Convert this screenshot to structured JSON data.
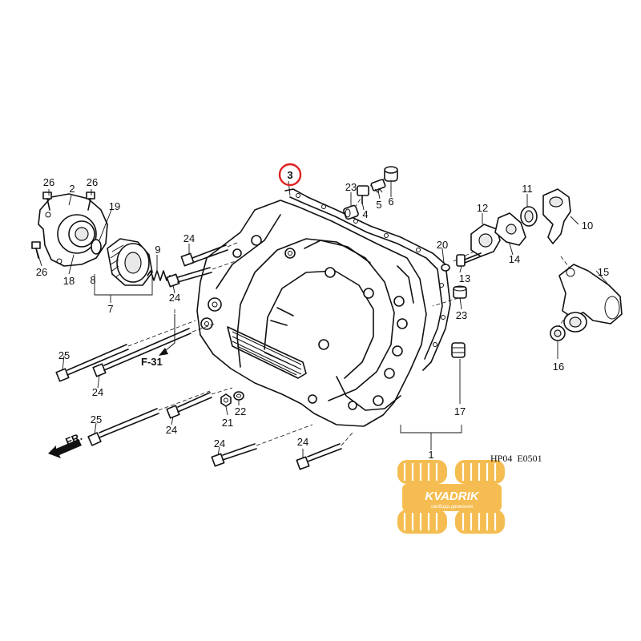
{
  "diagram": {
    "callouts": {
      "c1": "1",
      "c2": "2",
      "c3": "3",
      "c4": "4",
      "c5": "5",
      "c6": "6",
      "c7": "7",
      "c8": "8",
      "c9": "9",
      "c10": "10",
      "c11": "11",
      "c12": "12",
      "c13": "13",
      "c14": "14",
      "c15": "15",
      "c16": "16",
      "c17": "17",
      "c18": "18",
      "c19": "19",
      "c20": "20",
      "c21": "21",
      "c22": "22",
      "c23a": "23",
      "c23b": "23",
      "c24a": "24",
      "c24b": "24",
      "c24c": "24",
      "c24d": "24",
      "c24e": "24",
      "c24f": "24",
      "c25a": "25",
      "c25b": "25",
      "c26a": "26",
      "c26b": "26",
      "c26c": "26"
    },
    "ref_label": "F-31",
    "front_label": "FR.",
    "part_code": "HP04  E0501",
    "highlight_color": "#e02020"
  },
  "watermark": {
    "brand": "KVADRIK",
    "tagline": "свобода движения",
    "color": "#f4b233"
  }
}
